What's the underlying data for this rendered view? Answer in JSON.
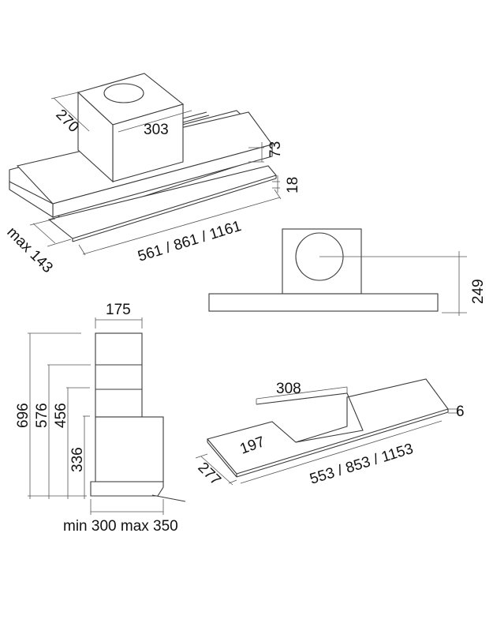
{
  "top_view": {
    "depth": "270",
    "width_box": "303",
    "height_box": "73",
    "plate_thickness": "18",
    "max_depth": "max 143",
    "length": "561 / 861 / 1161"
  },
  "side_view": {
    "height": "249"
  },
  "profile_view": {
    "width_top": "175",
    "h1": "696",
    "h2": "576",
    "h3": "456",
    "h4": "336",
    "base_width": "min 300 max 350"
  },
  "cutout_view": {
    "cut_width": "308",
    "cut_depth": "197",
    "depth": "277",
    "length": "553 / 853 / 1153",
    "thickness": "6"
  }
}
